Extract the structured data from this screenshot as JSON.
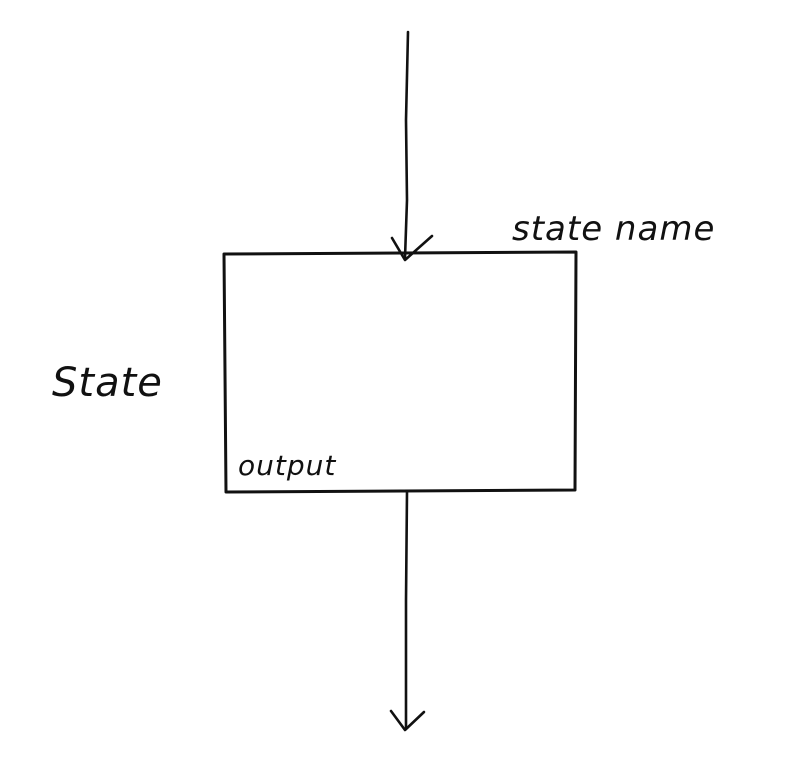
{
  "diagram": {
    "side_label": "State",
    "state_name_label": "state name",
    "output_label": "output",
    "ink_color": "#111111",
    "background_color": "#ffffff"
  }
}
